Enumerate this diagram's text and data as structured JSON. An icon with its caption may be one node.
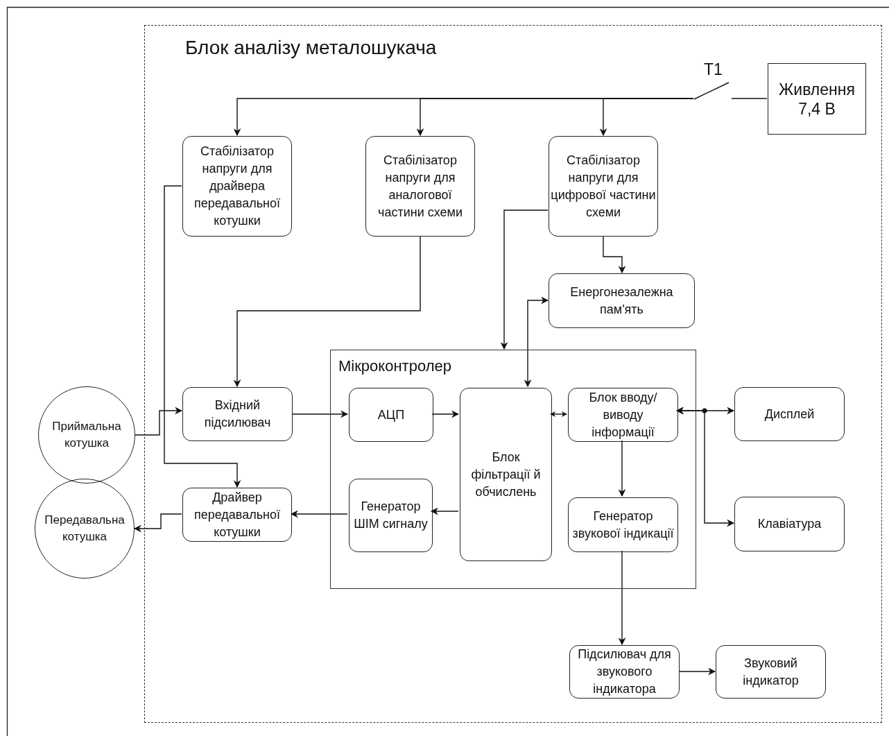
{
  "diagram": {
    "nodes": [
      {
        "text": [
          "Блок аналізу металошукача"
        ]
      },
      {
        "text": [
          "Живлення 7,4 В"
        ],
        "in": 0
      },
      {
        "text": [
          "Стабілізатор напруги для драйвера передавальної котушки"
        ],
        "in": 0
      },
      {
        "text": [
          "Стабілізатор напруги для аналогової частини схеми"
        ],
        "in": 0
      },
      {
        "text": [
          "Стабілізатор напруги для цифрової частини схеми"
        ],
        "in": 0
      },
      {
        "text": [
          "Енергонезалежна пам'ять"
        ],
        "in": 0
      },
      {
        "text": [
          "Мікроконтролер"
        ],
        "in": 0
      },
      {
        "text": [
          "АЦП"
        ],
        "in": 6
      },
      {
        "text": [
          "Блок фільтрації й обчислень"
        ],
        "in": 6
      },
      {
        "text": [
          "Блок вводу/виводу інформації"
        ],
        "in": 6
      },
      {
        "text": [
          "Генератор ШІМ сигналу"
        ],
        "in": 6
      },
      {
        "text": [
          "Генератор звукової індикації"
        ],
        "in": 6
      },
      {
        "text": [
          "Вхідний підсилювач"
        ],
        "in": 0
      },
      {
        "text": [
          "Драйвер передавальної котушки"
        ],
        "in": 0
      },
      {
        "text": [
          "Дисплей"
        ],
        "in": 0
      },
      {
        "text": [
          "Клавіатура"
        ],
        "in": 0
      },
      {
        "text": [
          "Підсилювач для звукового індикатора"
        ],
        "in": 0
      },
      {
        "text": [
          "Звуковий індикатор"
        ],
        "in": 0
      },
      {
        "text": [
          "Приймальна котушка"
        ]
      },
      {
        "text": [
          "Передавальна котушка"
        ]
      },
      {
        "text": [
          "T1"
        ],
        "in": 0
      }
    ],
    "edges": [
      {
        "from": 1,
        "to": 20,
        "arrow": "none"
      },
      {
        "from": 20,
        "to": 2,
        "arrow": "to"
      },
      {
        "from": 20,
        "to": 3,
        "arrow": "to"
      },
      {
        "from": 20,
        "to": 4,
        "arrow": "to"
      },
      {
        "from": 2,
        "to": 13,
        "arrow": "to"
      },
      {
        "from": 3,
        "to": 12,
        "arrow": "to"
      },
      {
        "from": 4,
        "to": 6,
        "arrow": "to"
      },
      {
        "from": 4,
        "to": 5,
        "arrow": "to"
      },
      {
        "from": 5,
        "to": 8,
        "arrow": "both"
      },
      {
        "from": 18,
        "to": 12,
        "arrow": "to"
      },
      {
        "from": 12,
        "to": 7,
        "arrow": "to"
      },
      {
        "from": 7,
        "to": 8,
        "arrow": "to"
      },
      {
        "from": 8,
        "to": 10,
        "arrow": "to"
      },
      {
        "from": 10,
        "to": 13,
        "arrow": "to"
      },
      {
        "from": 13,
        "to": 19,
        "arrow": "to"
      },
      {
        "from": 9,
        "to": 8,
        "arrow": "both"
      },
      {
        "from": 9,
        "to": 14,
        "arrow": "both"
      },
      {
        "from": 9,
        "to": 15,
        "arrow": "both"
      },
      {
        "from": 9,
        "to": 11,
        "arrow": "to"
      },
      {
        "from": 11,
        "to": 16,
        "arrow": "to"
      },
      {
        "from": 16,
        "to": 17,
        "arrow": "to"
      }
    ]
  }
}
